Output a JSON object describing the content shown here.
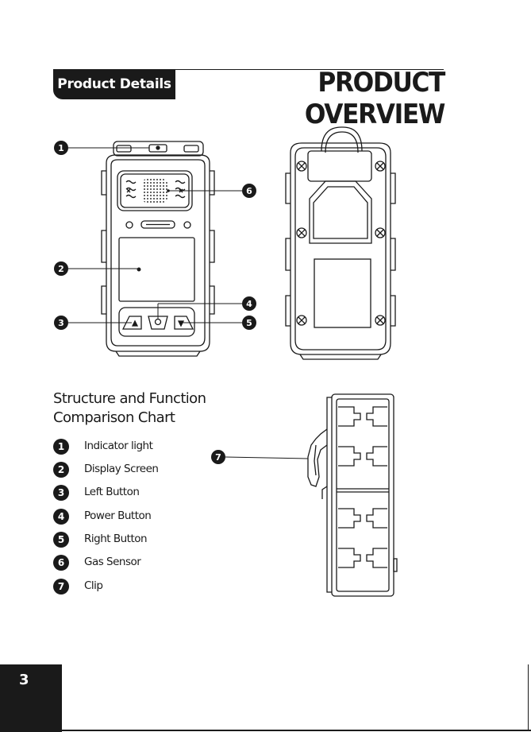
{
  "header": {
    "section_tab": "Product Details",
    "title": "PRODUCT OVERVIEW"
  },
  "callouts": [
    "1",
    "2",
    "3",
    "4",
    "5",
    "6",
    "7"
  ],
  "legend": {
    "heading_line1": "Structure and Function",
    "heading_line2": "Comparison Chart",
    "items": [
      {
        "number": "1",
        "label": "Indicator light"
      },
      {
        "number": "2",
        "label": "Display Screen"
      },
      {
        "number": "3",
        "label": "Left Button"
      },
      {
        "number": "4",
        "label": "Power Button"
      },
      {
        "number": "5",
        "label": "Right Button"
      },
      {
        "number": "6",
        "label": "Gas Sensor"
      },
      {
        "number": "7",
        "label": "Clip"
      }
    ]
  },
  "footer": {
    "page_number": "3"
  }
}
